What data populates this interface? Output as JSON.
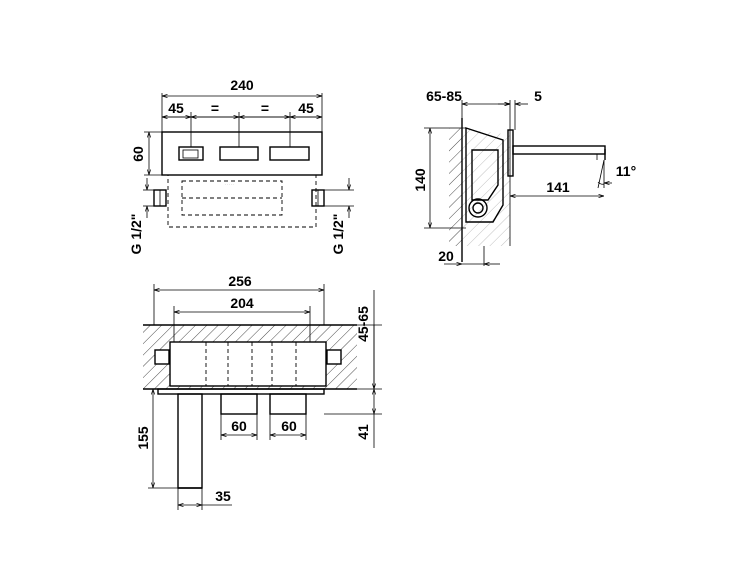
{
  "top_view": {
    "overall_width": "240",
    "left_offset": "45",
    "equal_mark_1": "=",
    "equal_mark_2": "=",
    "right_offset": "45",
    "height": "60",
    "thread_left": "G 1/2\"",
    "thread_right": "G 1/2\""
  },
  "side_view": {
    "wall_range": "65-85",
    "gap": "5",
    "height": "140",
    "angle": "11°",
    "spout_projection": "141",
    "wall_offset": "20"
  },
  "front_view": {
    "overall_width": "256",
    "inner_width": "204",
    "depth_range": "45-65",
    "handle_width_1": "60",
    "handle_width_2": "60",
    "spout_height": "155",
    "spout_width": "35",
    "lower_depth": "41"
  }
}
